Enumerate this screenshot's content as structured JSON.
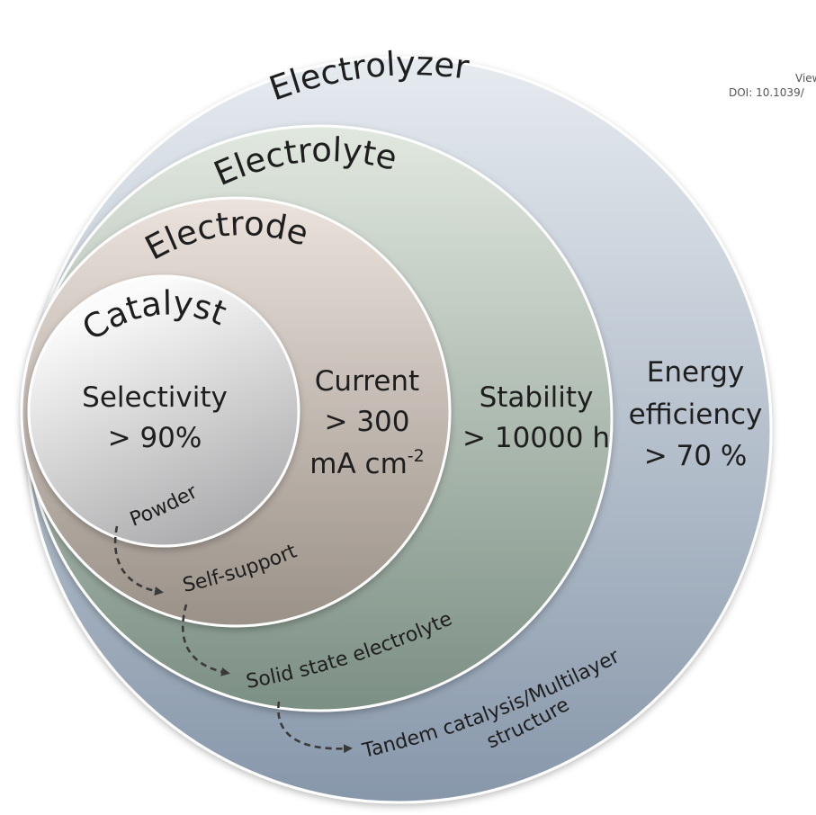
{
  "header": {
    "view_fragment": "View",
    "doi": "DOI: 10.1039/"
  },
  "layers": [
    {
      "label": "Electrolyzer",
      "color_top": "#e6ebf0",
      "color_bottom": "#8797aa"
    },
    {
      "label": "Electrolyte",
      "color_top": "#e1e8df",
      "color_bottom": "#7c8f84"
    },
    {
      "label": "Electrode",
      "color_top": "#ebe2dc",
      "color_bottom": "#9a9188"
    },
    {
      "label": "Catalyst",
      "color_top": "#fbfbfb",
      "color_bottom": "#a9a9ab"
    }
  ],
  "metrics": {
    "catalyst": {
      "line1": "Selectivity",
      "line2": "> 90%"
    },
    "electrode": {
      "line1": "Current",
      "line2": "> 300",
      "line3_base": "mA cm",
      "line3_sup": "-2"
    },
    "electrolyte": {
      "line1": "Stability",
      "line2": "> 10000 h"
    },
    "electrolyzer": {
      "line1": "Energy",
      "line2": "efficiency",
      "line3": "> 70 %"
    }
  },
  "strategies": {
    "powder": "Powder",
    "self_support": "Self-support",
    "solid_state": "Solid state electrolyte",
    "tandem_line1": "Tandem catalysis/Multilayer",
    "tandem_line2": "structure"
  }
}
